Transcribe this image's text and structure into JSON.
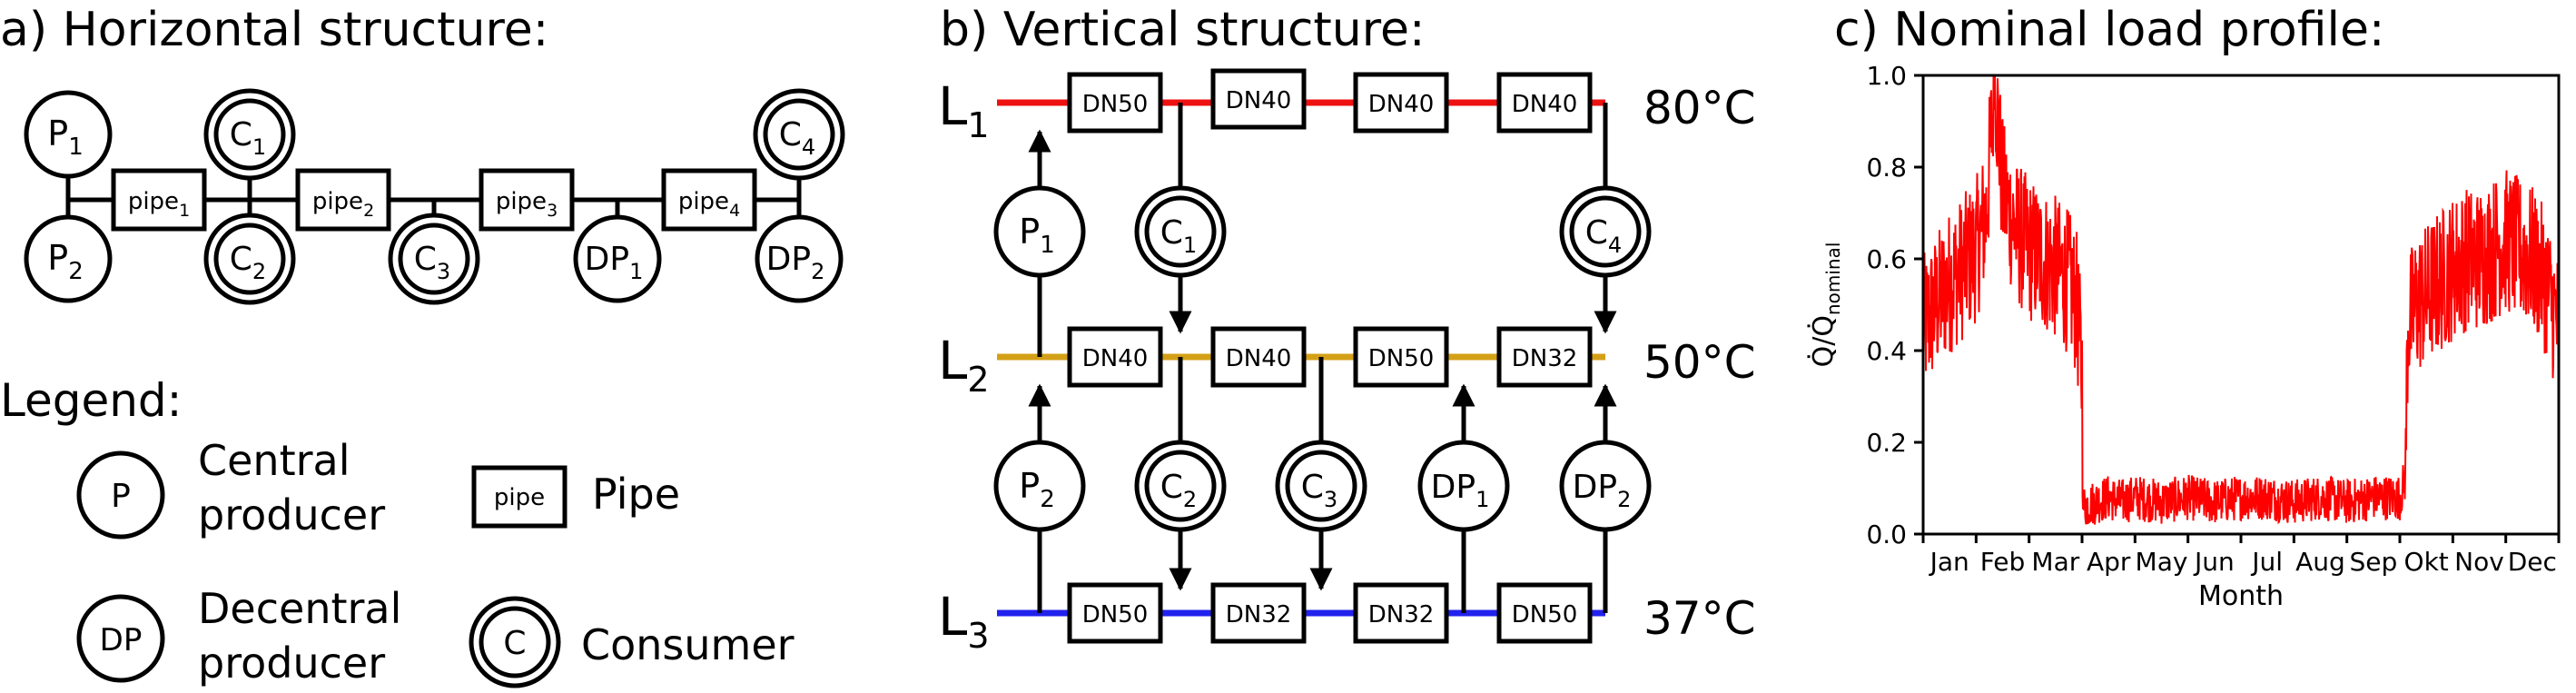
{
  "panel_a": {
    "title": "a) Horizontal structure:",
    "nodes": {
      "p1": {
        "main": "P",
        "sub": "1"
      },
      "p2": {
        "main": "P",
        "sub": "2"
      },
      "c1": {
        "main": "C",
        "sub": "1"
      },
      "c2": {
        "main": "C",
        "sub": "2"
      },
      "c3": {
        "main": "C",
        "sub": "3"
      },
      "c4": {
        "main": "C",
        "sub": "4"
      },
      "dp1": {
        "main": "DP",
        "sub": "1"
      },
      "dp2": {
        "main": "DP",
        "sub": "2"
      }
    },
    "pipes": [
      {
        "main": "pipe",
        "sub": "1"
      },
      {
        "main": "pipe",
        "sub": "2"
      },
      {
        "main": "pipe",
        "sub": "3"
      },
      {
        "main": "pipe",
        "sub": "4"
      }
    ],
    "legend": {
      "title": "Legend:",
      "producer_symbol": "P",
      "producer_label": [
        "Central",
        "producer"
      ],
      "decentral_symbol": "DP",
      "decentral_label": [
        "Decentral",
        "producer"
      ],
      "pipe_symbol": "pipe",
      "pipe_label": "Pipe",
      "consumer_symbol": "C",
      "consumer_label": "Consumer"
    }
  },
  "panel_b": {
    "title": "b) Vertical structure:",
    "levels": [
      {
        "main": "L",
        "sub": "1",
        "temp": "80°C",
        "color": "#ee1111",
        "pipes": [
          "DN50",
          "DN40",
          "DN40",
          "DN40"
        ]
      },
      {
        "main": "L",
        "sub": "2",
        "temp": "50°C",
        "color": "#d4a017",
        "pipes": [
          "DN40",
          "DN40",
          "DN50",
          "DN32"
        ]
      },
      {
        "main": "L",
        "sub": "3",
        "temp": "37°C",
        "color": "#2222ee",
        "pipes": [
          "DN50",
          "DN32",
          "DN32",
          "DN50"
        ]
      }
    ],
    "nodes": {
      "p1": {
        "main": "P",
        "sub": "1"
      },
      "p2": {
        "main": "P",
        "sub": "2"
      },
      "c1": {
        "main": "C",
        "sub": "1"
      },
      "c2": {
        "main": "C",
        "sub": "2"
      },
      "c3": {
        "main": "C",
        "sub": "3"
      },
      "c4": {
        "main": "C",
        "sub": "4"
      },
      "dp1": {
        "main": "DP",
        "sub": "1"
      },
      "dp2": {
        "main": "DP",
        "sub": "2"
      }
    }
  },
  "panel_c": {
    "title": "c) Nominal load profile:",
    "line_color": "#ff0000"
  },
  "chart_data": {
    "type": "line",
    "title": "c) Nominal load profile:",
    "xlabel": "Month",
    "ylabel": "Q̇/Q̇_nominal",
    "ylabel_main": "Q̇/Q̇",
    "ylabel_sub": "nominal",
    "x_tick_labels": [
      "Jan",
      "Feb",
      "Mar",
      "Apr",
      "May",
      "Jun",
      "Jul",
      "Aug",
      "Sep",
      "Okt",
      "Nov",
      "Dec"
    ],
    "y_ticks": [
      0.0,
      0.2,
      0.4,
      0.6,
      0.8,
      1.0
    ],
    "y_tick_labels": [
      "0.0",
      "0.2",
      "0.4",
      "0.6",
      "0.8",
      "1.0"
    ],
    "xlim": [
      0,
      12
    ],
    "ylim": [
      0,
      1.0
    ],
    "series": [
      {
        "x": [
          0.0,
          0.25,
          0.5,
          0.75,
          1.0,
          1.2,
          1.35,
          1.5,
          1.75,
          2.0,
          2.25,
          2.5,
          2.75,
          2.9,
          3.0,
          3.02,
          3.25,
          3.5,
          3.75,
          4.0,
          4.5,
          5.0,
          5.5,
          6.0,
          6.5,
          7.0,
          7.5,
          8.0,
          8.5,
          9.0,
          9.1,
          9.15,
          9.3,
          9.5,
          9.75,
          10.0,
          10.25,
          10.5,
          10.75,
          11.0,
          11.25,
          11.5,
          11.75,
          12.0
        ],
        "y": [
          0.45,
          0.5,
          0.55,
          0.58,
          0.62,
          0.7,
          1.0,
          0.75,
          0.66,
          0.62,
          0.6,
          0.58,
          0.55,
          0.5,
          0.35,
          0.06,
          0.07,
          0.08,
          0.07,
          0.08,
          0.07,
          0.08,
          0.07,
          0.08,
          0.08,
          0.07,
          0.08,
          0.07,
          0.08,
          0.08,
          0.12,
          0.45,
          0.5,
          0.52,
          0.55,
          0.58,
          0.6,
          0.6,
          0.62,
          0.64,
          0.62,
          0.6,
          0.55,
          0.45
        ]
      }
    ],
    "grid": false
  }
}
